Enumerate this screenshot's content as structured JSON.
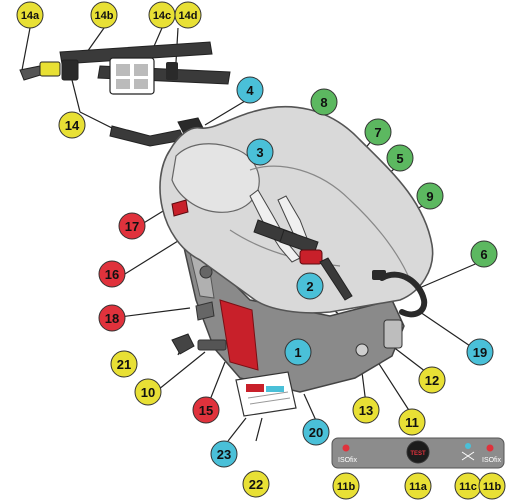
{
  "callouts": {
    "c1": {
      "label": "1",
      "color": "#4ac0d8"
    },
    "c2": {
      "label": "2",
      "color": "#4ac0d8"
    },
    "c3": {
      "label": "3",
      "color": "#4ac0d8"
    },
    "c4": {
      "label": "4",
      "color": "#4ac0d8"
    },
    "c5": {
      "label": "5",
      "color": "#5cb860"
    },
    "c6": {
      "label": "6",
      "color": "#5cb860"
    },
    "c7": {
      "label": "7",
      "color": "#5cb860"
    },
    "c8": {
      "label": "8",
      "color": "#5cb860"
    },
    "c9": {
      "label": "9",
      "color": "#5cb860"
    },
    "c10": {
      "label": "10",
      "color": "#e8e035"
    },
    "c11": {
      "label": "11",
      "color": "#e8e035"
    },
    "c12": {
      "label": "12",
      "color": "#e8e035"
    },
    "c13": {
      "label": "13",
      "color": "#e8e035"
    },
    "c14": {
      "label": "14",
      "color": "#e8e035"
    },
    "c14a": {
      "label": "14a",
      "color": "#e8e035"
    },
    "c14b": {
      "label": "14b",
      "color": "#e8e035"
    },
    "c14c": {
      "label": "14c",
      "color": "#e8e035"
    },
    "c14d": {
      "label": "14d",
      "color": "#e8e035"
    },
    "c15": {
      "label": "15",
      "color": "#e0323c"
    },
    "c16": {
      "label": "16",
      "color": "#e0323c"
    },
    "c17": {
      "label": "17",
      "color": "#e0323c"
    },
    "c18": {
      "label": "18",
      "color": "#e0323c"
    },
    "c19": {
      "label": "19",
      "color": "#4ac0d8"
    },
    "c20": {
      "label": "20",
      "color": "#4ac0d8"
    },
    "c21": {
      "label": "21",
      "color": "#e8e035"
    },
    "c22": {
      "label": "22",
      "color": "#e8e035"
    },
    "c23": {
      "label": "23",
      "color": "#4ac0d8"
    },
    "c11a": {
      "label": "11a",
      "color": "#e8e035"
    },
    "c11b_left": {
      "label": "11b",
      "color": "#e8e035"
    },
    "c11b_right": {
      "label": "11b",
      "color": "#e8e035"
    },
    "c11c": {
      "label": "11c",
      "color": "#e8e035"
    }
  },
  "panel": {
    "isofix_left": "ISOfix",
    "isofix_right": "ISOfix",
    "test_button": "TEST"
  },
  "colors": {
    "seat_fabric": "#d9d9d9",
    "seat_outline": "#555555",
    "base_shell": "#8a8a8a",
    "accent_red": "#c8202a",
    "panel_bg": "#8c8c8c",
    "led_red": "#e0323c",
    "led_blue": "#4ac0d8"
  },
  "icons": {
    "test_button": "test-button-icon",
    "tether_hook": "tether-hook-icon",
    "isofix_connector": "isofix-connector-icon",
    "manual_booklet": "manual-booklet-icon"
  }
}
